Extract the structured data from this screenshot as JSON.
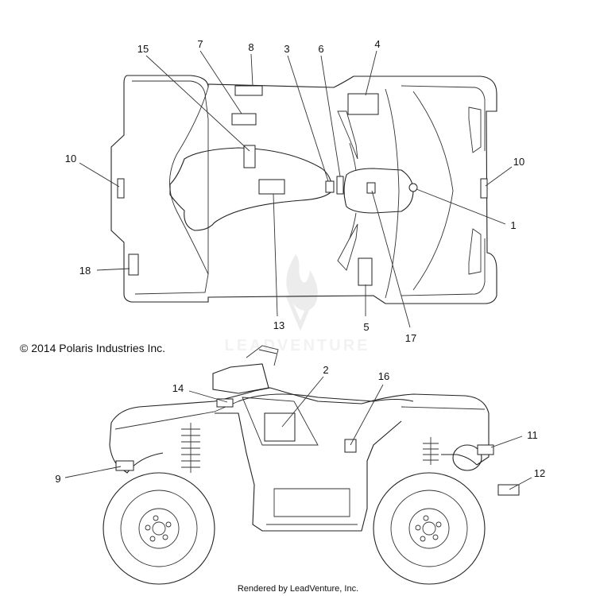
{
  "copyright": "© 2014 Polaris Industries Inc.",
  "watermark": "LEADVENTURE",
  "footer": "Rendered by LeadVenture, Inc.",
  "top_view_callouts": [
    "15",
    "7",
    "8",
    "3",
    "6",
    "4",
    "10",
    "10",
    "1",
    "18",
    "13",
    "5",
    "17"
  ],
  "side_view_callouts": [
    "2",
    "14",
    "16",
    "11",
    "9",
    "12"
  ]
}
